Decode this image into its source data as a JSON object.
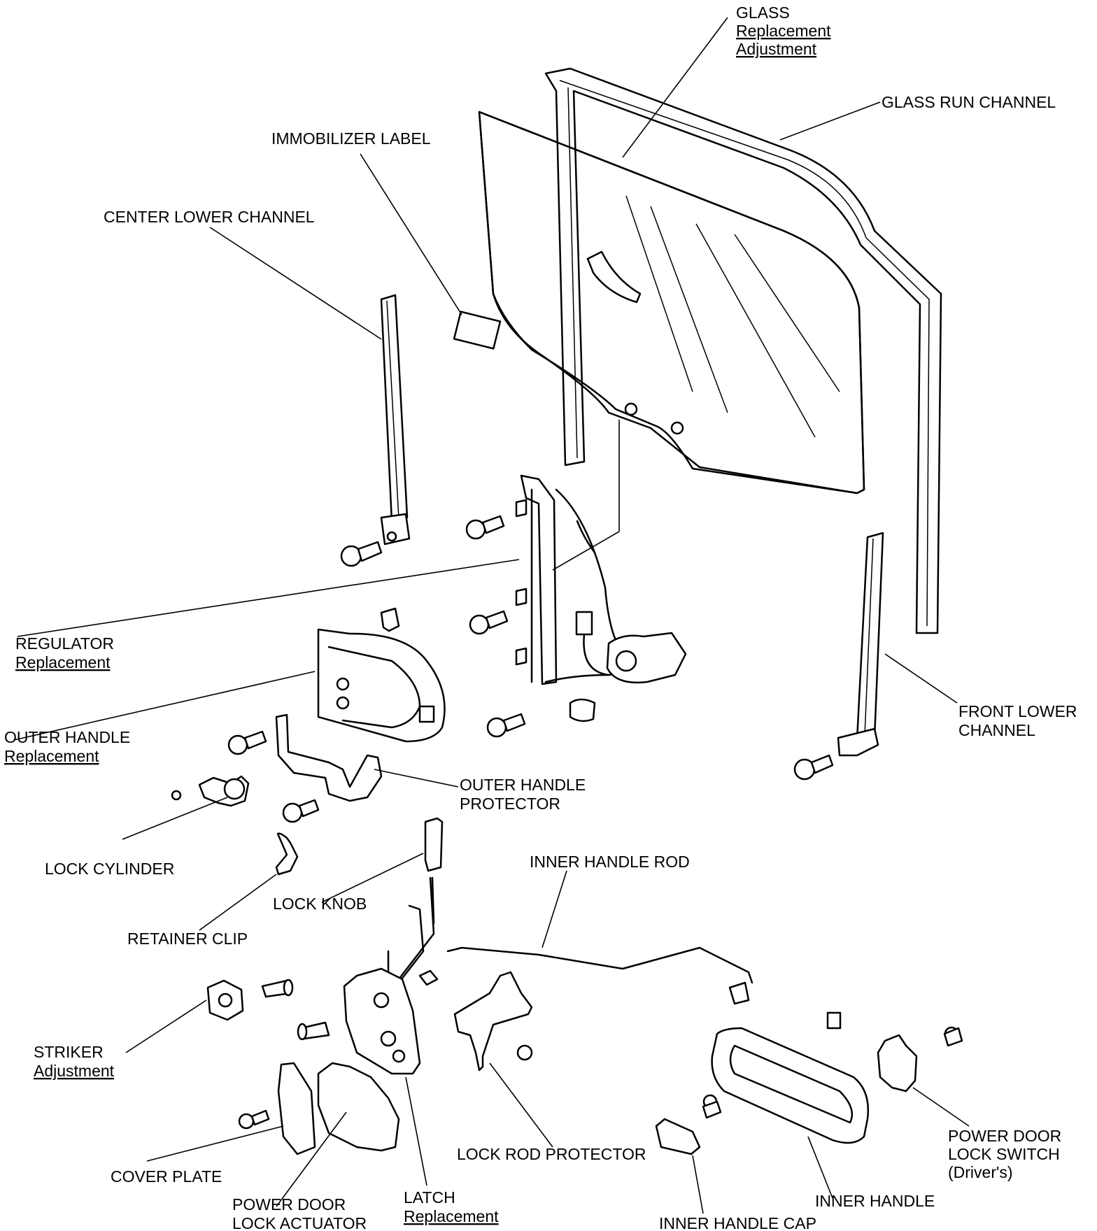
{
  "labels": {
    "glass": {
      "title": "GLASS",
      "sub1": "Replacement",
      "sub2": "Adjustment"
    },
    "glass_run_channel": "GLASS RUN CHANNEL",
    "immobilizer_label": "IMMOBILIZER LABEL",
    "center_lower_channel": "CENTER LOWER CHANNEL",
    "regulator": {
      "title": "REGULATOR",
      "sub": "Replacement"
    },
    "outer_handle": {
      "title": "OUTER HANDLE",
      "sub": "Replacement"
    },
    "front_lower_channel": {
      "line1": "FRONT LOWER",
      "line2": "CHANNEL"
    },
    "outer_handle_protector": {
      "line1": "OUTER HANDLE",
      "line2": "PROTECTOR"
    },
    "lock_cylinder": "LOCK CYLINDER",
    "inner_handle_rod": "INNER HANDLE ROD",
    "lock_knob": "LOCK KNOB",
    "retainer_clip": "RETAINER CLIP",
    "striker": {
      "title": "STRIKER",
      "sub": "Adjustment"
    },
    "cover_plate": "COVER PLATE",
    "power_door_lock_actuator": {
      "line1": "POWER DOOR",
      "line2": "LOCK ACTUATOR"
    },
    "latch": {
      "title": "LATCH",
      "sub": "Replacement"
    },
    "lock_rod_protector": "LOCK ROD PROTECTOR",
    "inner_handle_cap": "INNER HANDLE CAP",
    "inner_handle": "INNER HANDLE",
    "power_door_lock_switch": {
      "line1": "POWER DOOR",
      "line2": "LOCK SWITCH",
      "line3": "(Driver's)"
    }
  },
  "colors": {
    "ink": "#000000",
    "paper": "#ffffff"
  }
}
